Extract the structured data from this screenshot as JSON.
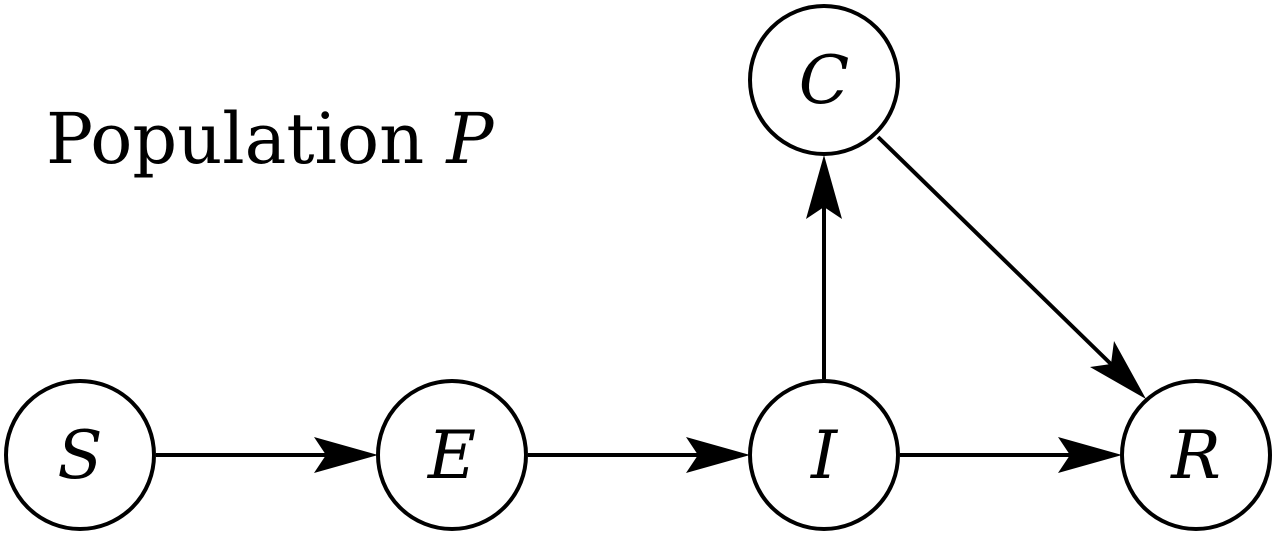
{
  "title": {
    "text": "Population ",
    "variable": "P"
  },
  "nodes": [
    {
      "id": "S",
      "label": "S"
    },
    {
      "id": "E",
      "label": "E"
    },
    {
      "id": "I",
      "label": "I"
    },
    {
      "id": "R",
      "label": "R"
    },
    {
      "id": "C",
      "label": "C"
    }
  ],
  "edges": [
    {
      "from": "S",
      "to": "E"
    },
    {
      "from": "E",
      "to": "I"
    },
    {
      "from": "I",
      "to": "R"
    },
    {
      "from": "I",
      "to": "C"
    },
    {
      "from": "C",
      "to": "R"
    }
  ],
  "colors": {
    "stroke": "#000000",
    "background": "#ffffff"
  }
}
